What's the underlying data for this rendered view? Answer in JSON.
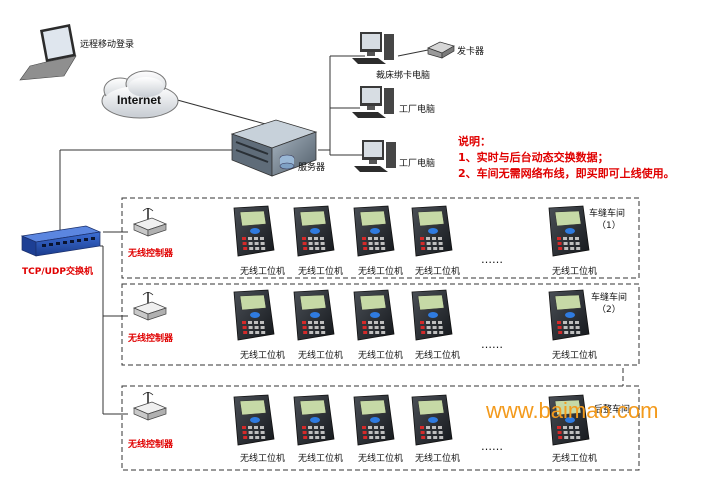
{
  "diagram": {
    "remote_login": "远程移动登录",
    "internet": "Internet",
    "server": "服务器",
    "card_issuer": "发卡器",
    "pc_card_binding": "裁床绑卡电脑",
    "factory_pc_1": "工厂电脑",
    "factory_pc_2": "工厂电脑",
    "switch": "TCP/UDP交换机",
    "notes": {
      "title": "说明：",
      "line1": "1、实时与后台动态交换数据；",
      "line2": "2、车间无需网络布线，即买即可上线使用。"
    },
    "workshops": [
      {
        "name": "车缝车间",
        "number": "（1）",
        "controller": "无线控制器",
        "terminals": [
          "无线工位机",
          "无线工位机",
          "无线工位机",
          "无线工位机",
          "无线工位机"
        ],
        "ellipsis": "……"
      },
      {
        "name": "车缝车间",
        "number": "（2）",
        "controller": "无线控制器",
        "terminals": [
          "无线工位机",
          "无线工位机",
          "无线工位机",
          "无线工位机",
          "无线工位机"
        ],
        "ellipsis": "……"
      },
      {
        "name": "后整车间",
        "number": "",
        "controller": "无线控制器",
        "terminals": [
          "无线工位机",
          "无线工位机",
          "无线工位机",
          "无线工位机",
          "无线工位机"
        ],
        "ellipsis": "……"
      }
    ],
    "watermark": "www.baimao.com"
  }
}
